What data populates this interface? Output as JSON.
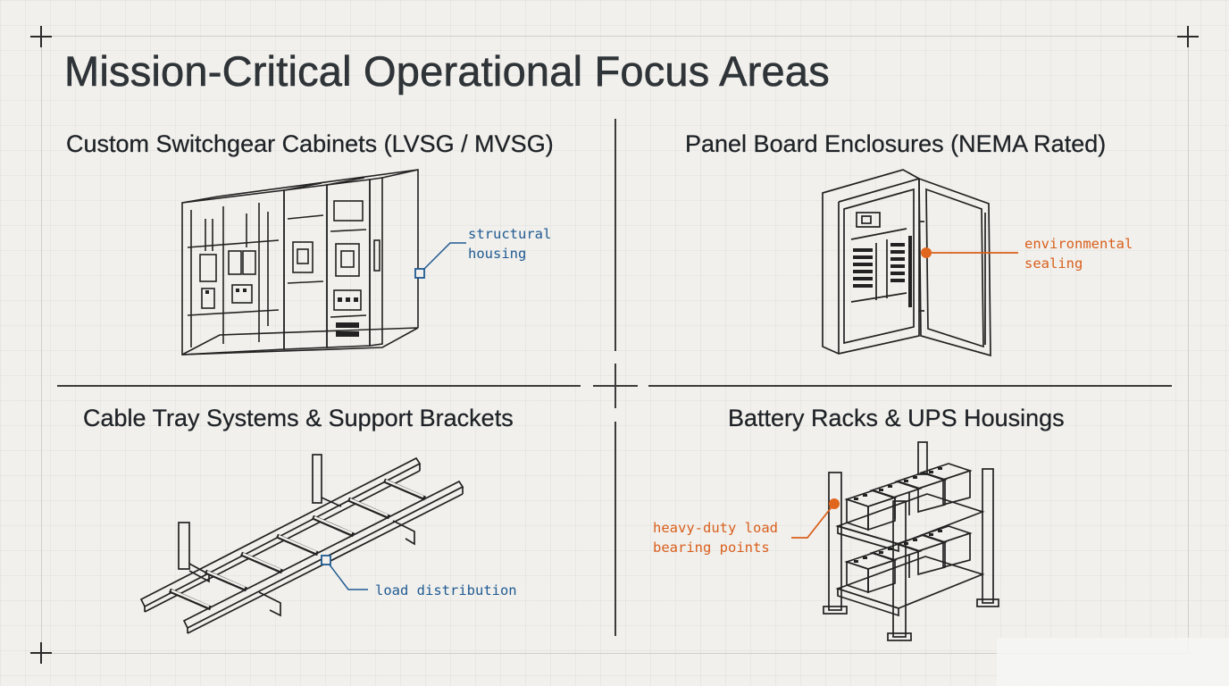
{
  "page": {
    "title": "Mission-Critical Operational Focus Areas"
  },
  "quadrants": [
    {
      "id": "switchgear",
      "title": "Custom Switchgear Cabinets (LVSG / MVSG)",
      "callout": [
        "structural",
        "housing"
      ],
      "callout_color": "#1f5a92"
    },
    {
      "id": "panelboard",
      "title": "Panel Board Enclosures (NEMA Rated)",
      "callout": [
        "environmental",
        "sealing"
      ],
      "callout_color": "#d95f1d"
    },
    {
      "id": "cable-tray",
      "title": "Cable Tray Systems & Support Brackets",
      "callout": [
        "load distribution"
      ],
      "callout_color": "#1f5a92"
    },
    {
      "id": "battery-rack",
      "title": "Battery Racks & UPS Housings",
      "callout": [
        "heavy-duty load",
        "bearing points"
      ],
      "callout_color": "#d95f1d"
    }
  ]
}
